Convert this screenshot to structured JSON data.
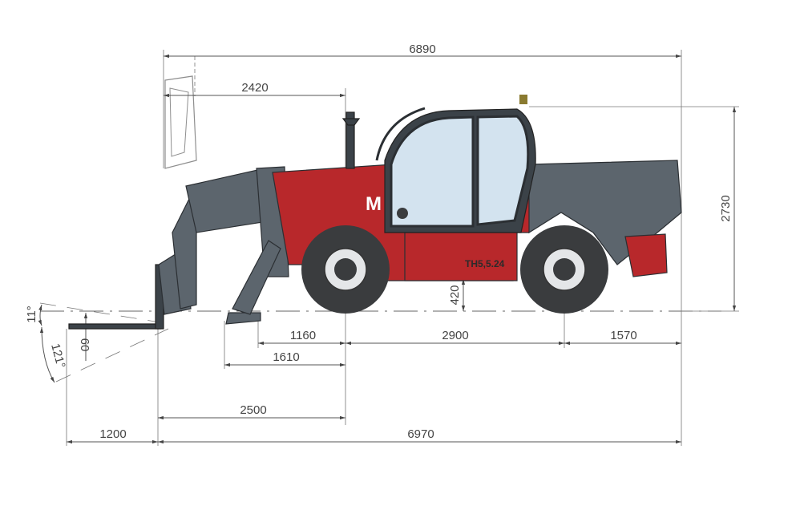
{
  "diagram": {
    "title_model": "TH5,5.24",
    "logo_letter": "M",
    "dimensions": {
      "overall_length_to_fork_heel": "6890",
      "front_overhang_boom": "2420",
      "height": "2730",
      "ground_clearance": "420",
      "front_wheel_to_stabiliser": "1160",
      "wheelbase": "2900",
      "rear_overhang": "1570",
      "stabiliser_reach": "1610",
      "fork_to_front_axle": "2500",
      "fork_length": "1200",
      "overall_length": "6970",
      "fork_thickness": "60"
    },
    "angles": {
      "tilt_back": "11°",
      "tilt_range": "121°"
    },
    "colors": {
      "body_red": "#b8282b",
      "body_grey": "#5c656d",
      "glass": "#d3e3ef"
    }
  }
}
